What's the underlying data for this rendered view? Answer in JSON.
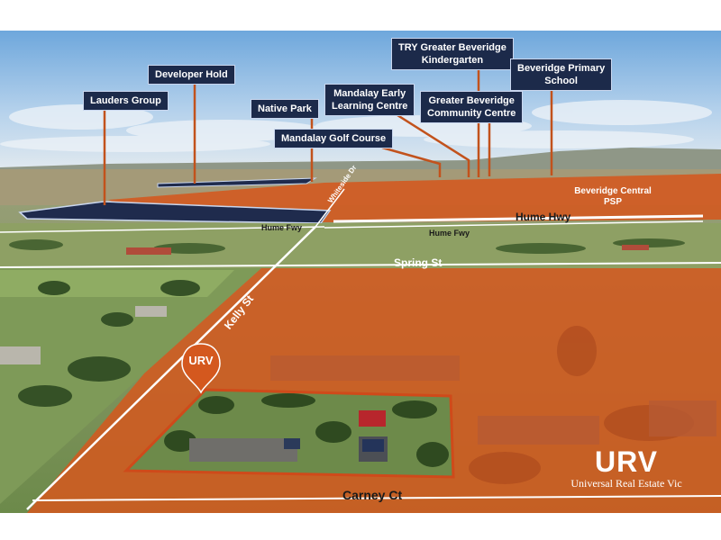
{
  "callouts": [
    {
      "id": "lauders-group",
      "line1": "Lauders Group",
      "line2": ""
    },
    {
      "id": "developer-hold",
      "line1": "Developer Hold",
      "line2": ""
    },
    {
      "id": "native-park",
      "line1": "Native Park",
      "line2": ""
    },
    {
      "id": "mandalay-golf",
      "line1": "Mandalay Golf Course",
      "line2": ""
    },
    {
      "id": "mandalay-early",
      "line1": "Mandalay Early",
      "line2": "Learning Centre"
    },
    {
      "id": "try-kinder",
      "line1": "TRY Greater Beveridge",
      "line2": "Kindergarten"
    },
    {
      "id": "gb-community",
      "line1": "Greater Beveridge",
      "line2": "Community Centre"
    },
    {
      "id": "beveridge-primary",
      "line1": "Beveridge Primary",
      "line2": "School"
    }
  ],
  "area_label": {
    "line1": "Beveridge Central",
    "line2": "PSP"
  },
  "roads": {
    "hume_hwy": "Hume Hwy",
    "hume_fwy_left": "Hume Fwy",
    "hume_fwy_right": "Hume Fwy",
    "whiteside": "Whiteside Dr",
    "spring": "Spring St",
    "kelly": "Kelly St",
    "carney": "Carney Ct"
  },
  "pin_logo": "URV",
  "brand": {
    "mark": "URV",
    "name": "Universal Real Estate Vic"
  },
  "colors": {
    "overlay": "#d4581e",
    "callout_bg": "#1c2a4a",
    "lot_outline": "#cf4a1a",
    "sky": "#8fb8e0"
  }
}
